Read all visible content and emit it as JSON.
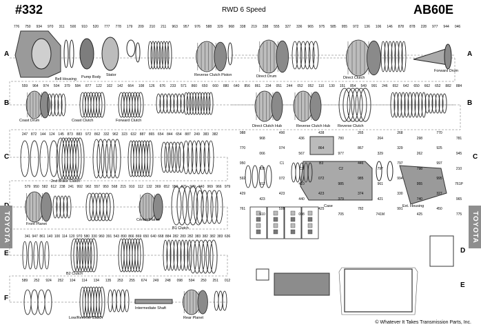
{
  "header": {
    "diagram_number": "#332",
    "subtitle": "RWD 6 Speed",
    "model": "AB60E"
  },
  "rows": [
    "A",
    "B",
    "C",
    "D",
    "E",
    "F"
  ],
  "right_labels": [
    "A",
    "B",
    "C",
    "D",
    "E"
  ],
  "side_tab": "TOYOTA",
  "footer": "© Whatever It Takes Transmission Parts, Inc.",
  "captions": {
    "bell_housing": "Bell Housing",
    "pump_body": "Pump Body",
    "stator": "Stator",
    "reverse_clutch_piston": "Reverse Clutch Piston",
    "direct_drum": "Direct Drum",
    "direct_clutch": "Direct Clutch",
    "forward_drum": "Forward Drum",
    "coast_drum": "Coast Drum",
    "coast_clutch": "Coast Clutch",
    "forward_clutch": "Forward Clutch",
    "direct_clutch_hub": "Direct Clutch Hub",
    "reverse_clutch_hub": "Reverse Clutch Hub",
    "reverse_clutch": "Reverse Clutch",
    "second_brake_clutch": "2nd Brake Clutch",
    "case": "Case",
    "ext_housing": "Ext. Housing",
    "front_planet": "Front Planet",
    "center_planet": "Center Planet",
    "b1_clutch": "B1 Clutch",
    "b2_clutch": "B2 Clutch",
    "low_reverse_clutch": "Low/Reverse Clutch",
    "intermediate_shaft": "Intermediate Shaft",
    "rear_planet": "Rear Planet"
  },
  "callouts": {
    "a": [
      "776",
      "750",
      "934",
      "970",
      "311",
      "500",
      "910",
      "520",
      "777",
      "778",
      "179",
      "209",
      "210",
      "211",
      "963",
      "957",
      "976",
      "588",
      "329",
      "968",
      "338",
      "219",
      "338",
      "555",
      "327",
      "336",
      "965",
      "975",
      "585",
      "955",
      "972",
      "136",
      "106",
      "146",
      "878",
      "878",
      "228",
      "977",
      "944",
      "046"
    ],
    "b": [
      "559",
      "964",
      "974",
      "504",
      "379",
      "584",
      "877",
      "122",
      "102",
      "142",
      "664",
      "108",
      "126",
      "676",
      "233",
      "571",
      "860",
      "650",
      "660",
      "880",
      "640",
      "856",
      "861",
      "234",
      "051",
      "244",
      "052",
      "052",
      "110",
      "130",
      "151",
      "854",
      "549",
      "991",
      "246",
      "652",
      "642",
      "650",
      "662",
      "652",
      "882",
      "884"
    ],
    "c": [
      "247",
      "872",
      "144",
      "124",
      "145",
      "873",
      "883",
      "972",
      "862",
      "332",
      "962",
      "323",
      "632",
      "887",
      "865",
      "654",
      "844",
      "654",
      "887",
      "249",
      "383",
      "382"
    ],
    "d": [
      "579",
      "950",
      "582",
      "612",
      "238",
      "241",
      "992",
      "962",
      "557",
      "950",
      "568",
      "215",
      "910",
      "112",
      "132",
      "369",
      "652",
      "950",
      "871",
      "979",
      "340",
      "969",
      "966",
      "979"
    ],
    "e": [
      "341",
      "947",
      "861",
      "140",
      "100",
      "114",
      "120",
      "970",
      "580",
      "330",
      "960",
      "391",
      "543",
      "890",
      "866",
      "869",
      "650",
      "640",
      "668",
      "884",
      "282",
      "283",
      "282",
      "383",
      "382",
      "382",
      "383",
      "636"
    ],
    "f": [
      "589",
      "252",
      "924",
      "252",
      "104",
      "114",
      "134",
      "135",
      "253",
      "255",
      "674",
      "249",
      "248",
      "098",
      "594",
      "250",
      "251",
      "012"
    ],
    "valve": [
      "988",
      "968",
      "490",
      "436",
      "438",
      "780",
      "265",
      "264",
      "268",
      "298",
      "770",
      "781",
      "770",
      "066",
      "074",
      "567",
      "864",
      "977",
      "867",
      "329",
      "329",
      "262",
      "925",
      "945",
      "950",
      "935",
      "C1",
      "C3",
      "B3",
      "C2",
      "446",
      "797",
      "797",
      "798",
      "997",
      "210",
      "592",
      "912",
      "072",
      "410",
      "072",
      "985",
      "985",
      "961",
      "994",
      "955",
      "995",
      "761P",
      "429",
      "423",
      "423",
      "440",
      "423",
      "379",
      "374",
      "421",
      "330",
      "740",
      "327",
      "965",
      "761",
      "510",
      "599",
      "008",
      "425",
      "705",
      "782",
      "741M",
      "991",
      "425",
      "450",
      "775"
    ]
  },
  "detail_labels": [
    "B1",
    "C1",
    "C3",
    "B3",
    "C2"
  ]
}
